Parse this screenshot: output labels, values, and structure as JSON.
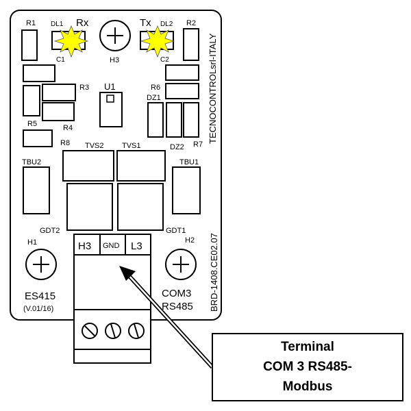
{
  "board": {
    "manufacturer_vertical": "TECNOCONTROLsrl-ITALY",
    "part_code_vertical": "BRD-1408.CE02.07",
    "model": "ES415",
    "version": "(V.01/16)",
    "port_name": "COM3",
    "port_type": "RS485"
  },
  "leds": {
    "rx_label": "Rx",
    "tx_label": "Tx",
    "rx_ref": "DL1",
    "tx_ref": "DL2",
    "color": "#ffff00"
  },
  "components": {
    "R1": "R1",
    "R2": "R2",
    "R3": "R3",
    "R4": "R4",
    "R5": "R5",
    "R6": "R6",
    "R7": "R7",
    "R8": "R8",
    "C1": "C1",
    "C2": "C2",
    "U1": "U1",
    "DZ1": "DZ1",
    "DZ2": "DZ2",
    "TVS1": "TVS1",
    "TVS2": "TVS2",
    "TBU1": "TBU1",
    "TBU2": "TBU2",
    "GDT1": "GDT1",
    "GDT2": "GDT2",
    "H1": "H1",
    "H2": "H2",
    "H3": "H3"
  },
  "terminal": {
    "pins": [
      "H3",
      "GND",
      "L3"
    ]
  },
  "callout": {
    "line1": "Terminal",
    "line2": "COM 3 RS485-",
    "line3": "Modbus"
  }
}
